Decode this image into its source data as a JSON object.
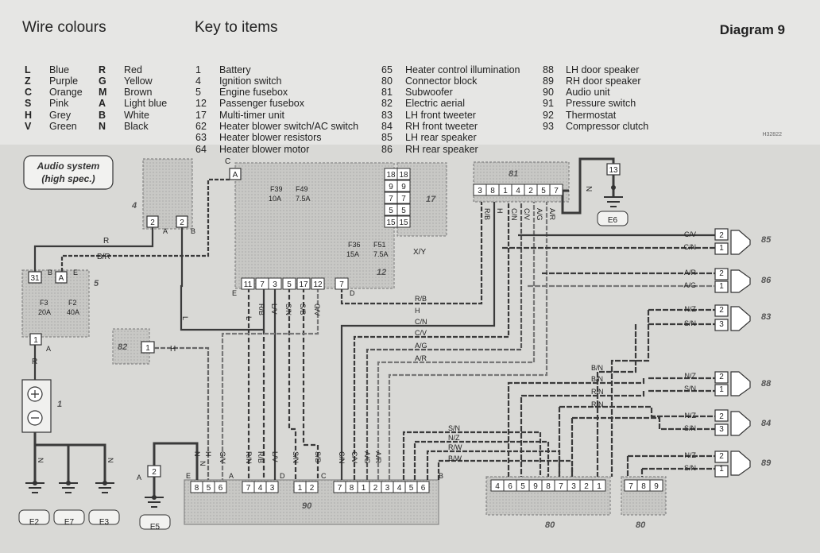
{
  "diagram_title": "Diagram 9",
  "ref_code": "H32822",
  "wire_colours": {
    "heading": "Wire colours",
    "rows": [
      {
        "c1": "L",
        "n1": "Blue",
        "c2": "R",
        "n2": "Red"
      },
      {
        "c1": "Z",
        "n1": "Purple",
        "c2": "G",
        "n2": "Yellow"
      },
      {
        "c1": "C",
        "n1": "Orange",
        "c2": "M",
        "n2": "Brown"
      },
      {
        "c1": "S",
        "n1": "Pink",
        "c2": "A",
        "n2": "Light blue"
      },
      {
        "c1": "H",
        "n1": "Grey",
        "c2": "B",
        "n2": "White"
      },
      {
        "c1": "V",
        "n1": "Green",
        "c2": "N",
        "n2": "Black"
      }
    ]
  },
  "key_to_items": {
    "heading": "Key to items",
    "col1": [
      {
        "num": "1",
        "name": "Battery"
      },
      {
        "num": "4",
        "name": "Ignition switch"
      },
      {
        "num": "5",
        "name": "Engine fusebox"
      },
      {
        "num": "12",
        "name": "Passenger fusebox"
      },
      {
        "num": "17",
        "name": "Multi-timer unit"
      },
      {
        "num": "62",
        "name": "Heater blower switch/AC switch"
      },
      {
        "num": "63",
        "name": "Heater blower resistors"
      },
      {
        "num": "64",
        "name": "Heater blower motor"
      }
    ],
    "col2": [
      {
        "num": "65",
        "name": "Heater control illumination"
      },
      {
        "num": "80",
        "name": "Connector block"
      },
      {
        "num": "81",
        "name": "Subwoofer"
      },
      {
        "num": "82",
        "name": "Electric aerial"
      },
      {
        "num": "83",
        "name": "LH front tweeter"
      },
      {
        "num": "84",
        "name": "RH front tweeter"
      },
      {
        "num": "85",
        "name": "LH rear speaker"
      },
      {
        "num": "86",
        "name": "RH rear speaker"
      }
    ],
    "col3": [
      {
        "num": "88",
        "name": "LH door speaker"
      },
      {
        "num": "89",
        "name": "RH door speaker"
      },
      {
        "num": "90",
        "name": "Audio unit"
      },
      {
        "num": "91",
        "name": "Pressure switch"
      },
      {
        "num": "92",
        "name": "Thermostat"
      },
      {
        "num": "93",
        "name": "Compressor clutch"
      }
    ]
  },
  "schematic": {
    "caption_line1": "Audio system",
    "caption_line2": "(high spec.)",
    "items": {
      "i1": "1",
      "i4": "4",
      "i5": "5",
      "i12": "12",
      "i17": "17",
      "i81": "81",
      "i82": "82",
      "i85": "85",
      "i86": "86",
      "i83": "83",
      "i88": "88",
      "i84": "84",
      "i89": "89",
      "i90": "90",
      "i80a": "80",
      "i80b": "80"
    },
    "earths": {
      "e2": "E2",
      "e7": "E7",
      "e3": "E3",
      "e5": "E5",
      "e6": "E6"
    },
    "fuses": {
      "f3": "F3",
      "f3a": "20A",
      "f2": "F2",
      "f2a": "40A",
      "f39": "F39",
      "f39a": "10A",
      "f49": "F49",
      "f49a": "7.5A",
      "f36": "F36",
      "f36a": "15A",
      "f51": "F51",
      "f51a": "7.5A"
    },
    "xy": "X/Y",
    "fusebox12_pins": [
      "11",
      "7",
      "3",
      "5",
      "17",
      "12"
    ],
    "fusebox12_pin_d": "7",
    "fusebox12_right": [
      [
        "18",
        "18"
      ],
      [
        "9",
        "9"
      ],
      [
        "7",
        "7"
      ],
      [
        "5",
        "5"
      ],
      [
        "15",
        "15"
      ]
    ],
    "sub81_pins": [
      "3",
      "8",
      "1",
      "4",
      "2",
      "5",
      "7"
    ],
    "sub81_wires": [
      "R/B",
      "H",
      "C/N",
      "C/V",
      "A/G",
      "A/R"
    ],
    "e6_pin": "13",
    "e6_wire": "N",
    "fb5_pins": {
      "p31": "31",
      "pA": "A",
      "p1": "1",
      "lb": "B",
      "le": "E",
      "la": "A"
    },
    "ign_pins": {
      "p2a": "2",
      "p2b": "2",
      "la": "A",
      "lb": "B"
    },
    "wires_top": {
      "r": "R",
      "br": "B/R",
      "r_bat": "R",
      "c": "C",
      "a": "A",
      "e": "E",
      "d": "D"
    },
    "e_labels": {
      "n1": "N",
      "n2": "N",
      "n3": "N",
      "l": "L",
      "aerial_pin": "1",
      "aerial_h": "H",
      "e5_pin": "2",
      "e5_a": "A"
    },
    "vert12": [
      "R/B",
      "L",
      "L/V",
      "S/N",
      "S/B",
      "G/V"
    ],
    "harness": [
      "R/B",
      "H",
      "C/N",
      "C/V",
      "A/G",
      "A/R"
    ],
    "spk85": {
      "w1": "C/V",
      "w2": "C/N",
      "p1": "2",
      "p2": "1"
    },
    "spk86": {
      "w1": "A/R",
      "w2": "A/G",
      "p1": "2",
      "p2": "1"
    },
    "spk83": {
      "w1": "N/Z",
      "w2": "S/N",
      "p1": "2",
      "p2": "3"
    },
    "spk88": {
      "w1": "N/Z",
      "w2": "S/N",
      "p1": "2",
      "p2": "1"
    },
    "spk84": {
      "w1": "N/Z",
      "w2": "S/N",
      "p1": "2",
      "p2": "3"
    },
    "spk89": {
      "w1": "N/Z",
      "w2": "S/N",
      "p1": "2",
      "p2": "1"
    },
    "mid_labels": [
      "B/N",
      "B/N",
      "R/N",
      "R/N"
    ],
    "low_labels": [
      "S/N",
      "N/Z",
      "R/W",
      "B/W"
    ],
    "audio_pins": [
      "8",
      "5",
      "6",
      "7",
      "4",
      "3",
      "1",
      "2",
      "7",
      "8",
      "1",
      "2",
      "3",
      "4",
      "5",
      "6"
    ],
    "audio_groups": [
      "E",
      "A",
      "D",
      "C",
      "B"
    ],
    "audio_wires": [
      "N",
      "H",
      "G/V",
      "R/N",
      "R/B",
      "L/V",
      "S/N",
      "S/B",
      "C/N",
      "C/V",
      "A/G",
      "A/R"
    ],
    "conn80a_pins": [
      "4",
      "6",
      "5",
      "9",
      "8",
      "7",
      "3",
      "2",
      "1"
    ],
    "conn80b_pins": [
      "7",
      "8",
      "9"
    ]
  }
}
